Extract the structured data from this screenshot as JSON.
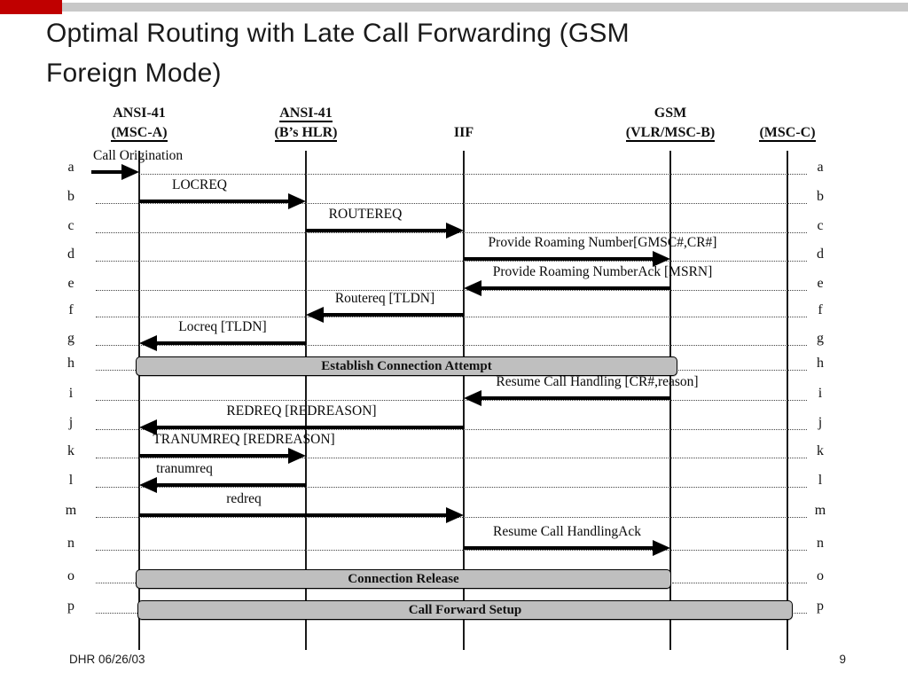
{
  "slide": {
    "title_lines": [
      "Optimal Routing with Late Call Forwarding (GSM",
      "Foreign Mode)"
    ],
    "accent_color": "#c00000",
    "top_bar_color": "#c8c8c8"
  },
  "diagram": {
    "bar_fill": "#bfbfbf",
    "columns": [
      {
        "id": "msc_a",
        "lines": [
          {
            "text": "ANSI-41",
            "underline": false
          },
          {
            "text": "(MSC-A)",
            "underline": true
          }
        ]
      },
      {
        "id": "hlr",
        "lines": [
          {
            "text": "ANSI-41",
            "underline": true
          },
          {
            "text": "(B’s HLR)",
            "underline": true
          }
        ]
      },
      {
        "id": "iif",
        "lines": [
          {
            "text": "",
            "underline": false
          },
          {
            "text": "IIF",
            "underline": false
          }
        ]
      },
      {
        "id": "vlr",
        "lines": [
          {
            "text": "GSM",
            "underline": false
          },
          {
            "text": "(VLR/MSC-B)",
            "underline": true
          }
        ]
      },
      {
        "id": "msc_c",
        "lines": [
          {
            "text": "",
            "underline": false
          },
          {
            "text": "(MSC-C)",
            "underline": true
          }
        ]
      }
    ],
    "rows": [
      "a",
      "b",
      "c",
      "d",
      "e",
      "f",
      "g",
      "h",
      "i",
      "j",
      "k",
      "l",
      "m",
      "n",
      "o",
      "p"
    ],
    "messages": [
      {
        "row": "a",
        "type": "arrow",
        "from": "origin",
        "to": "msc_a",
        "label": "Call Origination",
        "label_anchor": "left"
      },
      {
        "row": "b",
        "type": "arrow",
        "from": "msc_a",
        "to": "hlr",
        "label": "LOCREQ"
      },
      {
        "row": "c",
        "type": "arrow",
        "from": "hlr",
        "to": "iif",
        "label": "ROUTEREQ"
      },
      {
        "row": "d",
        "type": "arrow",
        "from": "iif",
        "to": "vlr",
        "label": "Provide Roaming Number[GMSC#,CR#]"
      },
      {
        "row": "e",
        "type": "arrow",
        "from": "vlr",
        "to": "iif",
        "label": "Provide Roaming NumberAck [MSRN]"
      },
      {
        "row": "f",
        "type": "arrow",
        "from": "iif",
        "to": "hlr",
        "label": "Routereq [TLDN]"
      },
      {
        "row": "g",
        "type": "arrow",
        "from": "hlr",
        "to": "msc_a",
        "label": "Locreq [TLDN]"
      },
      {
        "row": "h",
        "type": "bar",
        "from": "msc_a",
        "to": "vlr",
        "label": "Establish Connection Attempt"
      },
      {
        "row": "i",
        "type": "arrow",
        "from": "vlr",
        "to": "iif",
        "label": "Resume Call Handling [CR#,reason]"
      },
      {
        "row": "j",
        "type": "arrow",
        "from": "iif",
        "to": "msc_a",
        "label": "REDREQ [REDREASON]"
      },
      {
        "row": "k",
        "type": "arrow",
        "from": "msc_a",
        "to": "hlr",
        "label": "TRANUMREQ [REDREASON]"
      },
      {
        "row": "l",
        "type": "arrow",
        "from": "hlr",
        "to": "msc_a",
        "label": "tranumreq"
      },
      {
        "row": "m",
        "type": "arrow",
        "from": "msc_a",
        "to": "iif",
        "label": "redreq"
      },
      {
        "row": "n",
        "type": "arrow",
        "from": "iif",
        "to": "vlr",
        "label": "Resume Call HandlingAck"
      },
      {
        "row": "o",
        "type": "bar",
        "from": "msc_a",
        "to": "vlr",
        "label": "Connection Release"
      },
      {
        "row": "p",
        "type": "bar",
        "from": "msc_a",
        "to": "msc_c",
        "label": "Call Forward Setup"
      }
    ]
  },
  "footer": {
    "left": "DHR 06/26/03",
    "page_number": "9"
  }
}
